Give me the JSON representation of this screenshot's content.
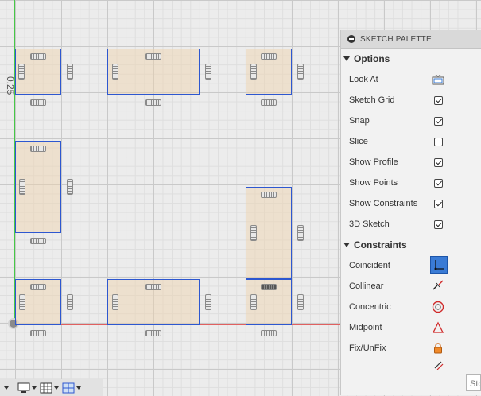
{
  "canvas": {
    "dimension_label": "0.25"
  },
  "palette": {
    "title": "SKETCH PALETTE",
    "options_header": "Options",
    "options": [
      {
        "label": "Look At",
        "control": "look-at-icon"
      },
      {
        "label": "Sketch Grid",
        "checked": true
      },
      {
        "label": "Snap",
        "checked": true
      },
      {
        "label": "Slice",
        "checked": false
      },
      {
        "label": "Show Profile",
        "checked": true
      },
      {
        "label": "Show Points",
        "checked": true
      },
      {
        "label": "Show Constraints",
        "checked": true
      },
      {
        "label": "3D Sketch",
        "checked": true
      }
    ],
    "constraints_header": "Constraints",
    "constraints": [
      {
        "label": "Coincident",
        "icon": "coincident-icon",
        "selected": true
      },
      {
        "label": "Collinear",
        "icon": "collinear-icon"
      },
      {
        "label": "Concentric",
        "icon": "concentric-icon"
      },
      {
        "label": "Midpoint",
        "icon": "midpoint-icon"
      },
      {
        "label": "Fix/UnFix",
        "icon": "lock-icon"
      }
    ]
  },
  "search": {
    "placeholder": "Sto"
  },
  "colors": {
    "sketch_line": "#2d57d0",
    "accent": "#3a7bd5",
    "x_axis": "#e06060",
    "y_axis": "#46c846"
  }
}
